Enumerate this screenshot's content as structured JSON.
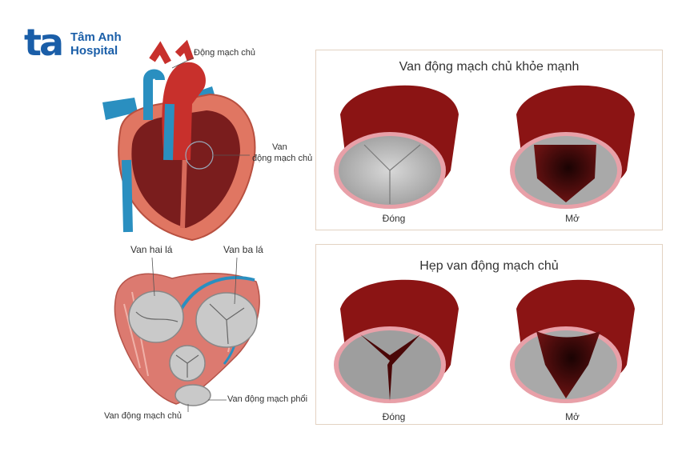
{
  "logo": {
    "mark": "ta",
    "line1": "Tâm Anh",
    "line2": "Hospital"
  },
  "heart_labels": {
    "aorta": "Động mạch chủ",
    "valve_line1": "Van",
    "valve_line2": "động mạch chủ"
  },
  "valves_labels": {
    "mitral": "Van hai lá",
    "tricuspid": "Van ba lá",
    "pulmonary": "Van động mạch phổi",
    "aortic": "Van động mạch chủ"
  },
  "panel_healthy": {
    "title": "Van động mạch chủ khỏe mạnh",
    "closed": "Đóng",
    "open": "Mở"
  },
  "panel_stenosis": {
    "title": "Hẹp van động mạch chủ",
    "closed": "Đóng",
    "open": "Mở"
  },
  "colors": {
    "brand": "#1a5ea8",
    "aorta_red": "#c8302c",
    "vein_blue": "#2a8fc0",
    "valve_grey": "#b7b7b7",
    "panel_border": "#e3d2c2"
  }
}
